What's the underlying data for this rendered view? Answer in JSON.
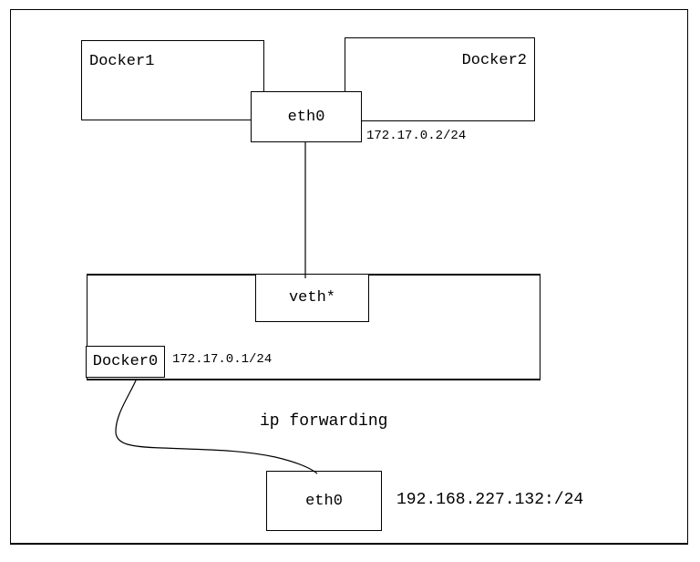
{
  "diagram": {
    "nodes": {
      "docker1": {
        "label": "Docker1"
      },
      "docker2": {
        "label": "Docker2"
      },
      "eth0_container": {
        "label": "eth0",
        "ip": "172.17.0.2/24"
      },
      "veth": {
        "label": "veth*"
      },
      "docker0": {
        "label": "Docker0",
        "ip": "172.17.0.1/24"
      },
      "eth0_host": {
        "label": "eth0",
        "ip": "192.168.227.132:/24"
      }
    },
    "annotations": {
      "ip_forwarding": "ip forwarding"
    },
    "colors": {
      "line": "#000000",
      "text": "#000000",
      "background": "#ffffff"
    }
  }
}
